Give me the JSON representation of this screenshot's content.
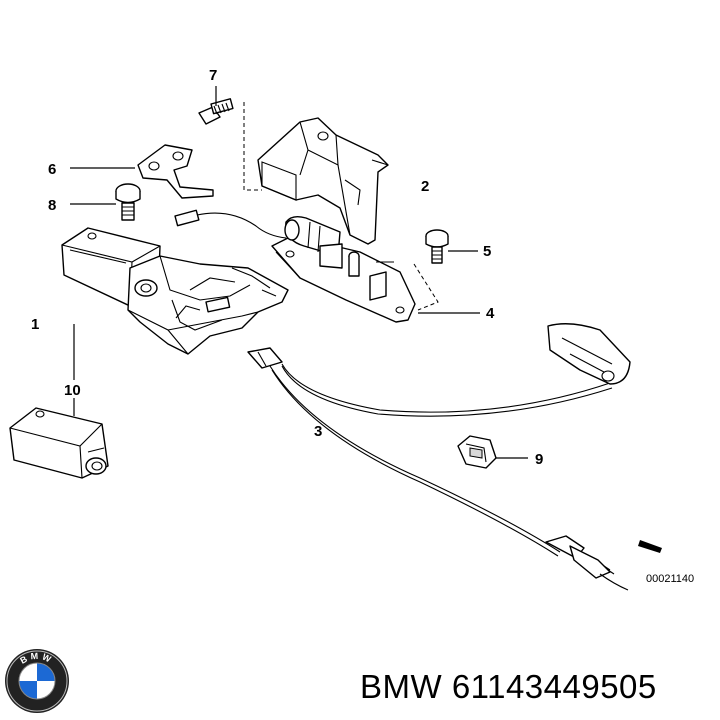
{
  "diagram": {
    "callouts": [
      "1",
      "2",
      "3",
      "4",
      "5",
      "6",
      "7",
      "8",
      "9",
      "10"
    ],
    "reference_code": "00021140"
  },
  "footer": {
    "brand": "BMW",
    "part_number": "61143449505",
    "logo_text": "BMW"
  }
}
